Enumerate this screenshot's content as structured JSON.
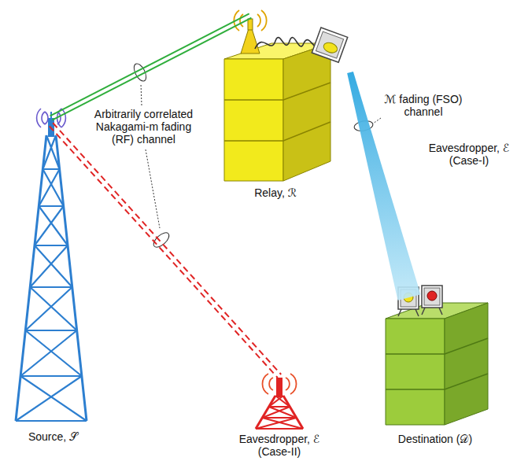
{
  "diagram": {
    "nodes": [
      {
        "text": [
          "Source, 𝒮"
        ]
      },
      {
        "text": [
          "Relay, ℛ"
        ]
      },
      {
        "text": [
          "Destination (𝒟)"
        ]
      },
      {
        "text": [
          "Eavesdropper, ℰ (Case-II)"
        ]
      }
    ],
    "edges": [
      {
        "from": 0,
        "to": 1,
        "arrow": "none"
      },
      {
        "from": 0,
        "to": 3,
        "arrow": "none"
      },
      {
        "from": 1,
        "to": 2,
        "arrow": "none"
      }
    ],
    "labels": [
      "ℳ fading (FSO) channel",
      "Arbitrarily correlated Nakagami-m fading (RF) channel",
      "Eavesdropper, ℰ (Case-I)"
    ]
  }
}
